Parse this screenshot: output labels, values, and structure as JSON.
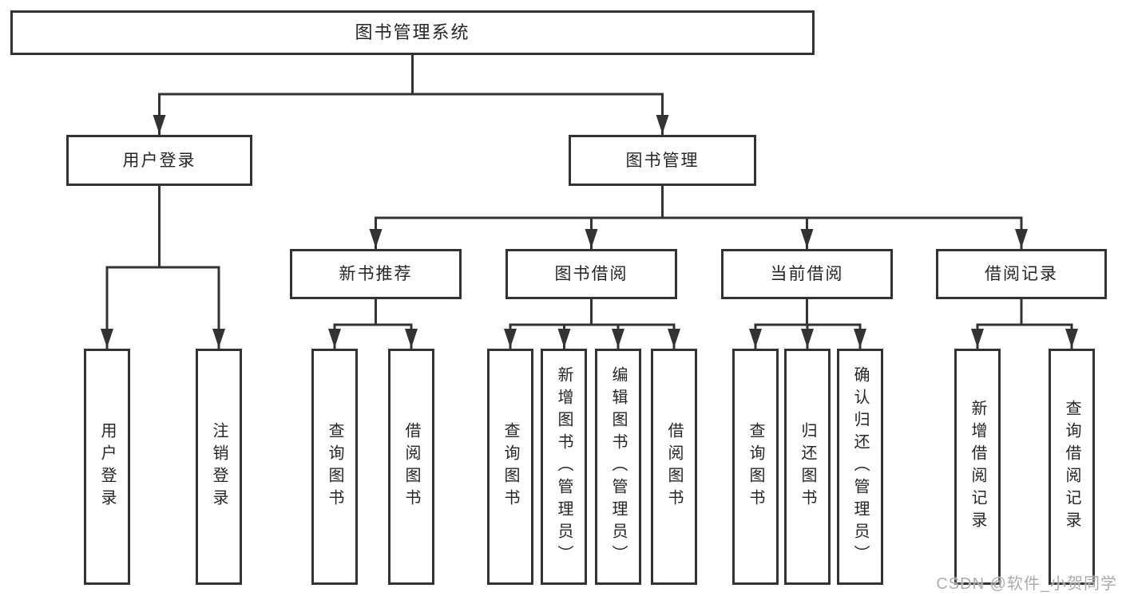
{
  "diagram": {
    "title": "图书管理系统",
    "nodes": {
      "root": {
        "label": "图书管理系统"
      },
      "user_login": {
        "label": "用户登录"
      },
      "book_mgmt": {
        "label": "图书管理"
      },
      "new_books": {
        "label": "新书推荐"
      },
      "book_borrow": {
        "label": "图书借阅"
      },
      "current_borrow": {
        "label": "当前借阅"
      },
      "borrow_records": {
        "label": "借阅记录"
      },
      "leaf_user_login": {
        "label": "用户登录"
      },
      "leaf_logout": {
        "label": "注销登录"
      },
      "leaf_nb_query": {
        "label": "查询图书"
      },
      "leaf_nb_borrow": {
        "label": "借阅图书"
      },
      "leaf_bb_query": {
        "label": "查询图书"
      },
      "leaf_bb_add": {
        "label": "新增图书（管理员）"
      },
      "leaf_bb_edit": {
        "label": "编辑图书（管理员）"
      },
      "leaf_bb_borrow": {
        "label": "借阅图书"
      },
      "leaf_cb_query": {
        "label": "查询图书"
      },
      "leaf_cb_return": {
        "label": "归还图书"
      },
      "leaf_cb_confirm": {
        "label": "确认归还（管理员）"
      },
      "leaf_br_add": {
        "label": "新增借阅记录"
      },
      "leaf_br_query": {
        "label": "查询借阅记录"
      }
    },
    "colors": {
      "line": "#333333",
      "text": "#262626",
      "background": "#ffffff",
      "watermark": "#a8a8a8"
    }
  },
  "watermark": {
    "text": "CSDN @软件_小贺同学"
  }
}
